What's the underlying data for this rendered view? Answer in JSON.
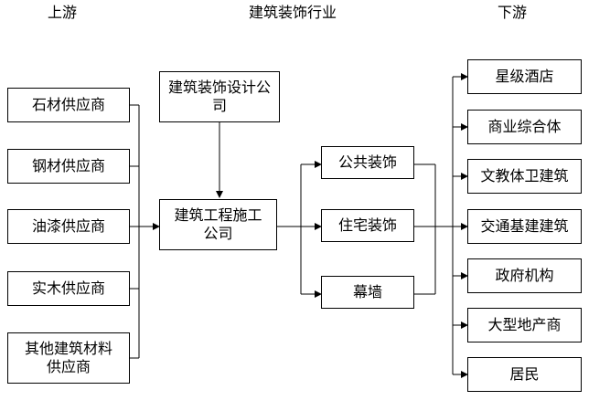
{
  "headers": {
    "upstream": "上游",
    "industry": "建筑装饰行业",
    "downstream": "下游"
  },
  "suppliers": [
    "石材供应商",
    "钢材供应商",
    "油漆供应商",
    "实木供应商",
    "其他建筑材料供应商"
  ],
  "design_company": "建筑装饰设计公司",
  "construction_company": "建筑工程施工公司",
  "decoration_types": [
    "公共装饰",
    "住宅装饰",
    "幕墙"
  ],
  "customers": [
    "星级酒店",
    "商业综合体",
    "文教体卫建筑",
    "交通基建建筑",
    "政府机构",
    "大型地产商",
    "居民"
  ]
}
